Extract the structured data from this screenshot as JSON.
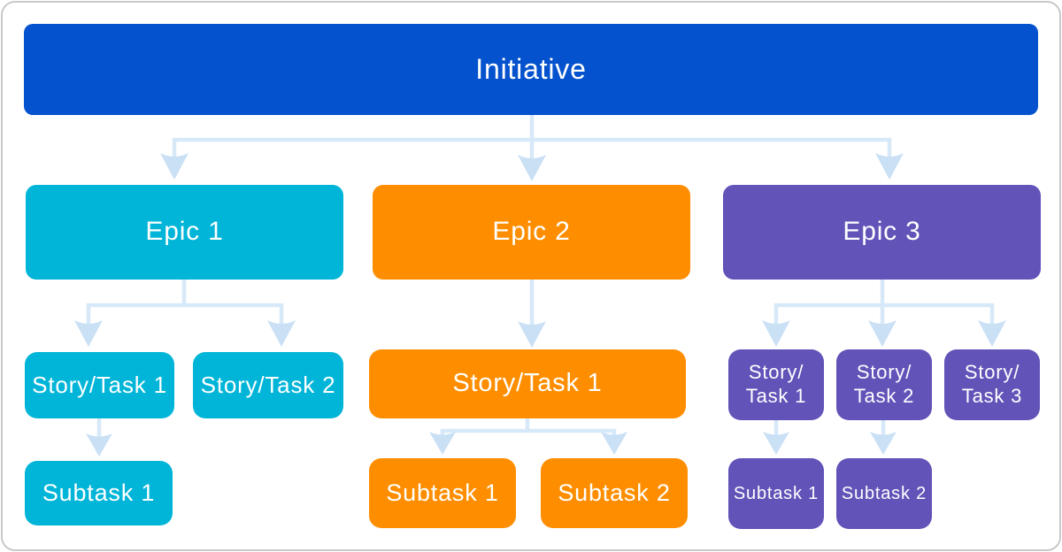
{
  "canvas": {
    "background_color": "#ffffff",
    "border_color": "#c9c9c9",
    "connector_line_color": "#d7e9f8",
    "connector_arrow_color": "#c9e0f5"
  },
  "tree": {
    "root": {
      "label": "Initiative",
      "color": "#0452cd",
      "text_color": "#ffffff"
    },
    "epics": [
      {
        "label": "Epic 1",
        "color": "#00b5d8",
        "stories": [
          {
            "label": "Story/Task 1",
            "subtasks": [
              {
                "label": "Subtask 1"
              }
            ]
          },
          {
            "label": "Story/Task 2",
            "subtasks": []
          }
        ]
      },
      {
        "label": "Epic 2",
        "color": "#fe8e00",
        "stories": [
          {
            "label": "Story/Task 1",
            "subtasks": [
              {
                "label": "Subtask 1"
              },
              {
                "label": "Subtask 2"
              }
            ]
          }
        ]
      },
      {
        "label": "Epic 3",
        "color": "#6253b9",
        "stories": [
          {
            "label_line1": "Story/",
            "label_line2": "Task 1",
            "subtasks": [
              {
                "label": "Subtask 1"
              }
            ]
          },
          {
            "label_line1": "Story/",
            "label_line2": "Task 2",
            "subtasks": [
              {
                "label": "Subtask 2"
              }
            ]
          },
          {
            "label_line1": "Story/",
            "label_line2": "Task 3",
            "subtasks": []
          }
        ]
      }
    ]
  }
}
